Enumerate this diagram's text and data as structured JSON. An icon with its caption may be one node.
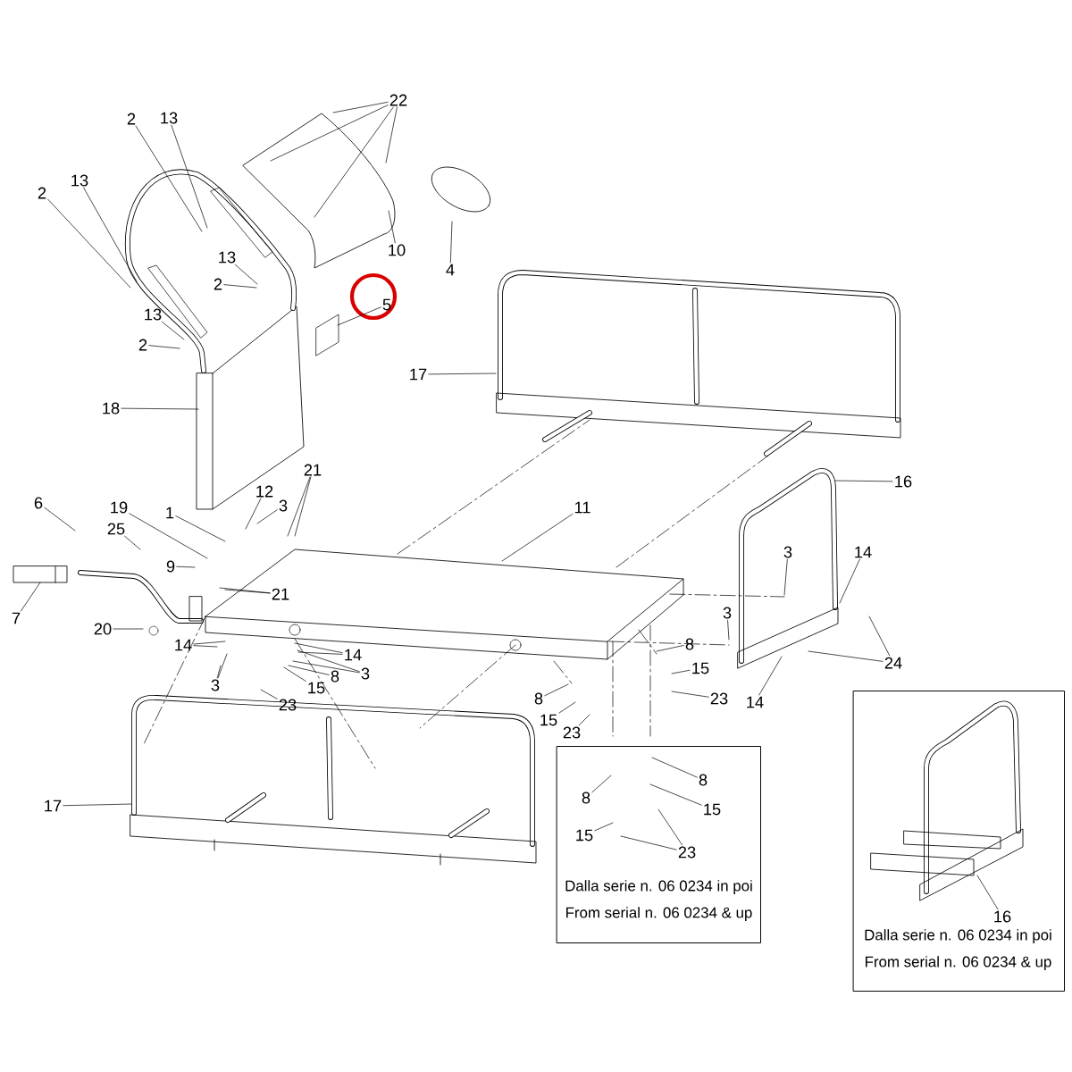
{
  "diagram": {
    "nodes": [
      {
        "text": [
          "Dalla serie n. 06 0234 in poi",
          "From serial n. 06 0234 & up"
        ]
      },
      {
        "text": [
          "Dalla serie n. 06 0234 in poi",
          "From serial n. 06 0234 & up"
        ]
      },
      {
        "text": [
          "22"
        ]
      },
      {
        "text": [
          "2"
        ]
      },
      {
        "text": [
          "13"
        ]
      },
      {
        "text": [
          "2"
        ]
      },
      {
        "text": [
          "13"
        ]
      },
      {
        "text": [
          "10"
        ]
      },
      {
        "text": [
          "4"
        ]
      },
      {
        "text": [
          "13"
        ]
      },
      {
        "text": [
          "2"
        ]
      },
      {
        "text": [
          "5"
        ]
      },
      {
        "text": [
          "13"
        ]
      },
      {
        "text": [
          "2"
        ]
      },
      {
        "text": [
          "17"
        ]
      },
      {
        "text": [
          "18"
        ]
      },
      {
        "text": [
          "21"
        ]
      },
      {
        "text": [
          "16"
        ]
      },
      {
        "text": [
          "12"
        ]
      },
      {
        "text": [
          "3"
        ]
      },
      {
        "text": [
          "6"
        ]
      },
      {
        "text": [
          "11"
        ]
      },
      {
        "text": [
          "19"
        ]
      },
      {
        "text": [
          "1"
        ]
      },
      {
        "text": [
          "25"
        ]
      },
      {
        "text": [
          "9"
        ]
      },
      {
        "text": [
          "21"
        ]
      },
      {
        "text": [
          "7"
        ]
      },
      {
        "text": [
          "20"
        ]
      },
      {
        "text": [
          "3"
        ]
      },
      {
        "text": [
          "14"
        ]
      },
      {
        "text": [
          "3"
        ]
      },
      {
        "text": [
          "14"
        ]
      },
      {
        "text": [
          "14"
        ]
      },
      {
        "text": [
          "8"
        ]
      },
      {
        "text": [
          "15"
        ]
      },
      {
        "text": [
          "24"
        ]
      },
      {
        "text": [
          "3"
        ]
      },
      {
        "text": [
          "8"
        ]
      },
      {
        "text": [
          "3"
        ]
      },
      {
        "text": [
          "15"
        ]
      },
      {
        "text": [
          "23"
        ]
      },
      {
        "text": [
          "23"
        ]
      },
      {
        "text": [
          "8"
        ]
      },
      {
        "text": [
          "14"
        ]
      },
      {
        "text": [
          "15"
        ]
      },
      {
        "text": [
          "23"
        ]
      },
      {
        "text": [
          "17"
        ]
      },
      {
        "text": [
          "8"
        ],
        "in": 0
      },
      {
        "text": [
          "8"
        ],
        "in": 0
      },
      {
        "text": [
          "15"
        ],
        "in": 0
      },
      {
        "text": [
          "15"
        ],
        "in": 0
      },
      {
        "text": [
          "23"
        ],
        "in": 0
      },
      {
        "text": [
          "16"
        ],
        "in": 1
      }
    ],
    "edges": [
      {
        "from": 2,
        "to": null,
        "arrow": "none"
      },
      {
        "from": 2,
        "to": null,
        "arrow": "none"
      },
      {
        "from": 2,
        "to": null,
        "arrow": "none"
      },
      {
        "from": 2,
        "to": null,
        "arrow": "none"
      },
      {
        "from": 3,
        "to": null,
        "arrow": "none"
      },
      {
        "from": 4,
        "to": null,
        "arrow": "none"
      },
      {
        "from": 5,
        "to": null,
        "arrow": "none"
      },
      {
        "from": 6,
        "to": null,
        "arrow": "none"
      },
      {
        "from": 7,
        "to": null,
        "arrow": "none"
      },
      {
        "from": 8,
        "to": null,
        "arrow": "none"
      },
      {
        "from": 9,
        "to": null,
        "arrow": "none"
      },
      {
        "from": 10,
        "to": null,
        "arrow": "none"
      },
      {
        "from": 11,
        "to": null,
        "arrow": "none"
      },
      {
        "from": 12,
        "to": null,
        "arrow": "none"
      },
      {
        "from": 13,
        "to": null,
        "arrow": "none"
      },
      {
        "from": 14,
        "to": null,
        "arrow": "none"
      },
      {
        "from": 15,
        "to": null,
        "arrow": "none"
      },
      {
        "from": 16,
        "to": null,
        "arrow": "none"
      },
      {
        "from": 16,
        "to": null,
        "arrow": "none"
      },
      {
        "from": 17,
        "to": null,
        "arrow": "none"
      },
      {
        "from": 18,
        "to": null,
        "arrow": "none"
      },
      {
        "from": 19,
        "to": null,
        "arrow": "none"
      },
      {
        "from": 20,
        "to": null,
        "arrow": "none"
      },
      {
        "from": 21,
        "to": null,
        "arrow": "none"
      },
      {
        "from": 22,
        "to": null,
        "arrow": "none"
      },
      {
        "from": 23,
        "to": null,
        "arrow": "none"
      },
      {
        "from": 24,
        "to": null,
        "arrow": "none"
      },
      {
        "from": 25,
        "to": null,
        "arrow": "none"
      },
      {
        "from": 26,
        "to": null,
        "arrow": "none"
      },
      {
        "from": 26,
        "to": null,
        "arrow": "none"
      },
      {
        "from": 27,
        "to": null,
        "arrow": "none"
      },
      {
        "from": 28,
        "to": null,
        "arrow": "none"
      },
      {
        "from": 29,
        "to": null,
        "arrow": "none"
      },
      {
        "from": 30,
        "to": null,
        "arrow": "none"
      },
      {
        "from": 31,
        "to": null,
        "arrow": "none"
      },
      {
        "from": 32,
        "to": null,
        "arrow": "none"
      },
      {
        "from": 32,
        "to": null,
        "arrow": "none"
      },
      {
        "from": 33,
        "to": null,
        "arrow": "none"
      },
      {
        "from": 33,
        "to": null,
        "arrow": "none"
      },
      {
        "from": 34,
        "to": null,
        "arrow": "none"
      },
      {
        "from": 35,
        "to": null,
        "arrow": "none"
      },
      {
        "from": 36,
        "to": null,
        "arrow": "none"
      },
      {
        "from": 36,
        "to": null,
        "arrow": "none"
      },
      {
        "from": 37,
        "to": null,
        "arrow": "none"
      },
      {
        "from": 37,
        "to": null,
        "arrow": "none"
      },
      {
        "from": 38,
        "to": null,
        "arrow": "none"
      },
      {
        "from": 39,
        "to": null,
        "arrow": "none"
      },
      {
        "from": 39,
        "to": null,
        "arrow": "none"
      },
      {
        "from": 40,
        "to": null,
        "arrow": "none"
      },
      {
        "from": 41,
        "to": null,
        "arrow": "none"
      },
      {
        "from": 42,
        "to": null,
        "arrow": "none"
      },
      {
        "from": 43,
        "to": null,
        "arrow": "none"
      },
      {
        "from": 44,
        "to": null,
        "arrow": "none"
      },
      {
        "from": 45,
        "to": null,
        "arrow": "none"
      },
      {
        "from": 46,
        "to": null,
        "arrow": "none"
      },
      {
        "from": 47,
        "to": null,
        "arrow": "none"
      },
      {
        "from": 48,
        "to": null,
        "arrow": "none"
      },
      {
        "from": 49,
        "to": null,
        "arrow": "none"
      },
      {
        "from": 50,
        "to": null,
        "arrow": "none"
      },
      {
        "from": 51,
        "to": null,
        "arrow": "none"
      },
      {
        "from": 52,
        "to": null,
        "arrow": "none"
      },
      {
        "from": 52,
        "to": null,
        "arrow": "none"
      },
      {
        "from": 53,
        "to": null,
        "arrow": "none"
      }
    ]
  }
}
